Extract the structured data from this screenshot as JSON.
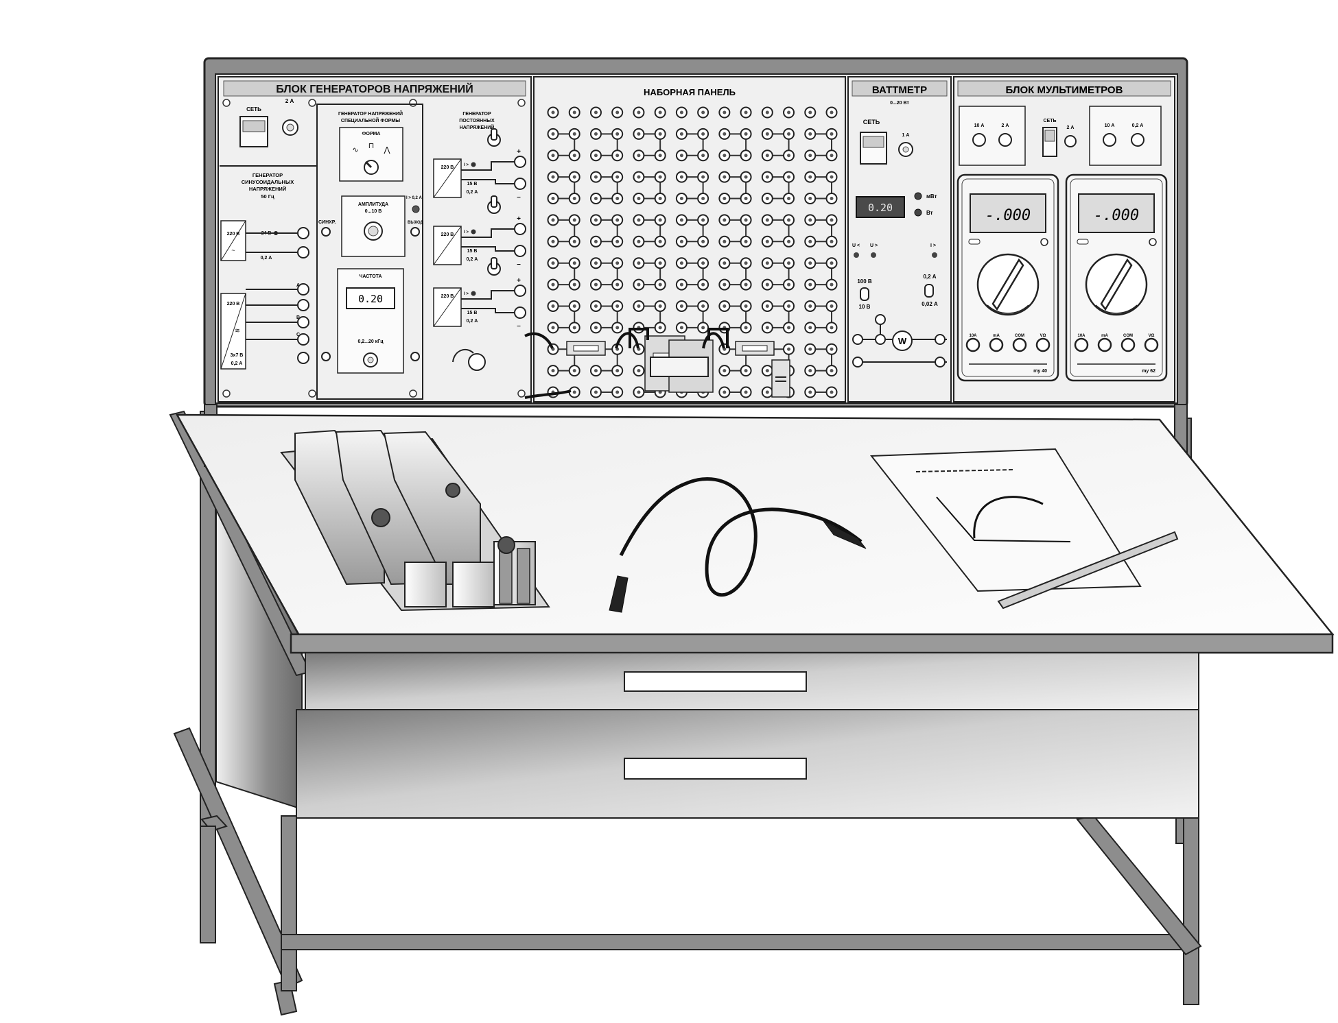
{
  "generator_block": {
    "title": "БЛОК ГЕНЕРАТОРОВ НАПРЯЖЕНИЙ",
    "mains_label": "СЕТЬ",
    "fuse_label": "2 А",
    "sine": {
      "title_lines": [
        "ГЕНЕРАТОР",
        "СИНУСОИДАЛЬНЫХ",
        "НАПРЯЖЕНИЙ",
        "50 Гц"
      ],
      "input_label": "220 В",
      "out_voltage": "24 В",
      "out_current": "0,2 А",
      "three_phase_input": "220 В",
      "three_phase_voltage": "3х7 В",
      "three_phase_current": "0,2 А",
      "phase_labels": [
        "А",
        "В",
        "С"
      ]
    },
    "special": {
      "title_lines": [
        "ГЕНЕРАТОР НАПРЯЖЕНИЙ",
        "СПЕЦИАЛЬНОЙ ФОРМЫ"
      ],
      "form_label": "ФОРМА",
      "amplitude_label": "АМПЛИТУДА",
      "amplitude_range": "0...10 В",
      "sync_label": "СИНХР.",
      "current_limit": "I > 0,2 А",
      "output_label": "ВЫХОД",
      "frequency_label": "ЧАСТОТА",
      "display_value": "0.20",
      "frequency_range": "0,2...20 кГц"
    },
    "dc": {
      "title_lines": [
        "ГЕНЕРАТОР",
        "ПОСТОЯННЫХ",
        "НАПРЯЖЕНИЙ"
      ],
      "input_label": "220 В",
      "out_voltage": "15 В",
      "out_current": "0,2 А",
      "limit_label": "I >",
      "plus": "+",
      "minus": "–"
    }
  },
  "patch_panel": {
    "title": "НАБОРНАЯ ПАНЕЛЬ"
  },
  "wattmeter": {
    "title": "ВАТТМЕТР",
    "range": "0...20 Вт",
    "mains_label": "СЕТЬ",
    "fuse_label": "1 А",
    "display_value": "0.20",
    "unit_mvt": "мВт",
    "unit_vt": "Вт",
    "u_limit_label": "U <",
    "u_over_label": "U >",
    "i_label": "I >",
    "range_100": "100 В",
    "range_10": "10 В",
    "current_high": "0,2 А",
    "current_low": "0,02 А",
    "meter_symbol": "W"
  },
  "multimeter_block": {
    "title": "БЛОК МУЛЬТИМЕТРОВ",
    "mains_label": "СЕТЬ",
    "fuse_label": "2 А",
    "jack_labels": [
      "10 А",
      "2 А"
    ],
    "right_jack_labels": [
      "10 А",
      "0,2 А"
    ],
    "meters": [
      {
        "display": "-.000",
        "model": "mу 40",
        "jacks": [
          "10А",
          "mА",
          "COM",
          "VΩ"
        ]
      },
      {
        "display": "-.000",
        "model": "mу 62",
        "jacks": [
          "10А",
          "mА",
          "COM",
          "VΩ"
        ]
      }
    ]
  },
  "desk": {
    "drawer_count": 2
  },
  "colors": {
    "frame": "#8a8a8a",
    "panel": "#efefef",
    "lcd": "#d2d2d2",
    "desk_top": "#f6f6f6",
    "ink": "#1e1e1e"
  }
}
